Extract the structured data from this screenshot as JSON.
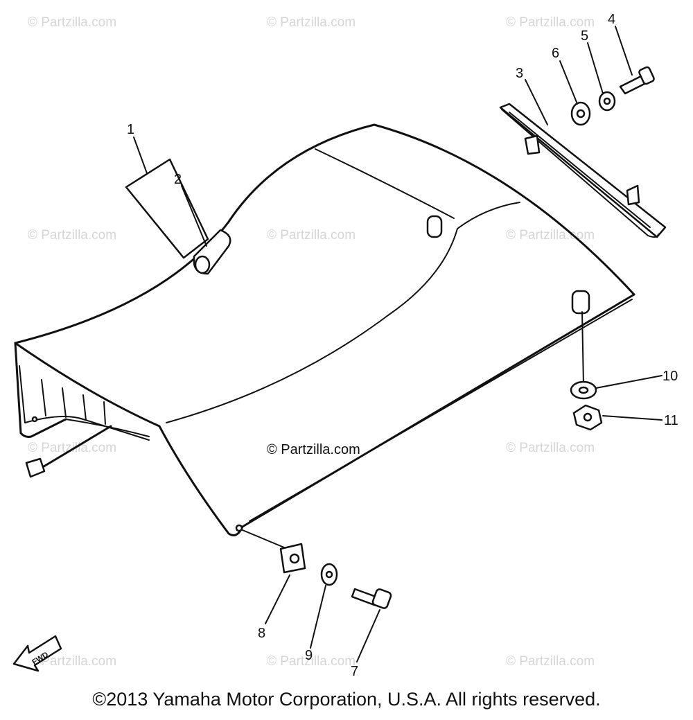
{
  "diagram": {
    "watermark": "© Partzilla.com",
    "center_watermark": "© Partzilla.com",
    "callouts": [
      "1",
      "2",
      "3",
      "4",
      "5",
      "6",
      "7",
      "8",
      "9",
      "10",
      "11"
    ],
    "fwd_label": "FWD",
    "copyright": "©2013 Yamaha Motor Corporation, U.S.A. All rights reserved."
  },
  "colors": {
    "ink": "#111111",
    "watermark": "#d6d6d6",
    "background": "#ffffff"
  }
}
